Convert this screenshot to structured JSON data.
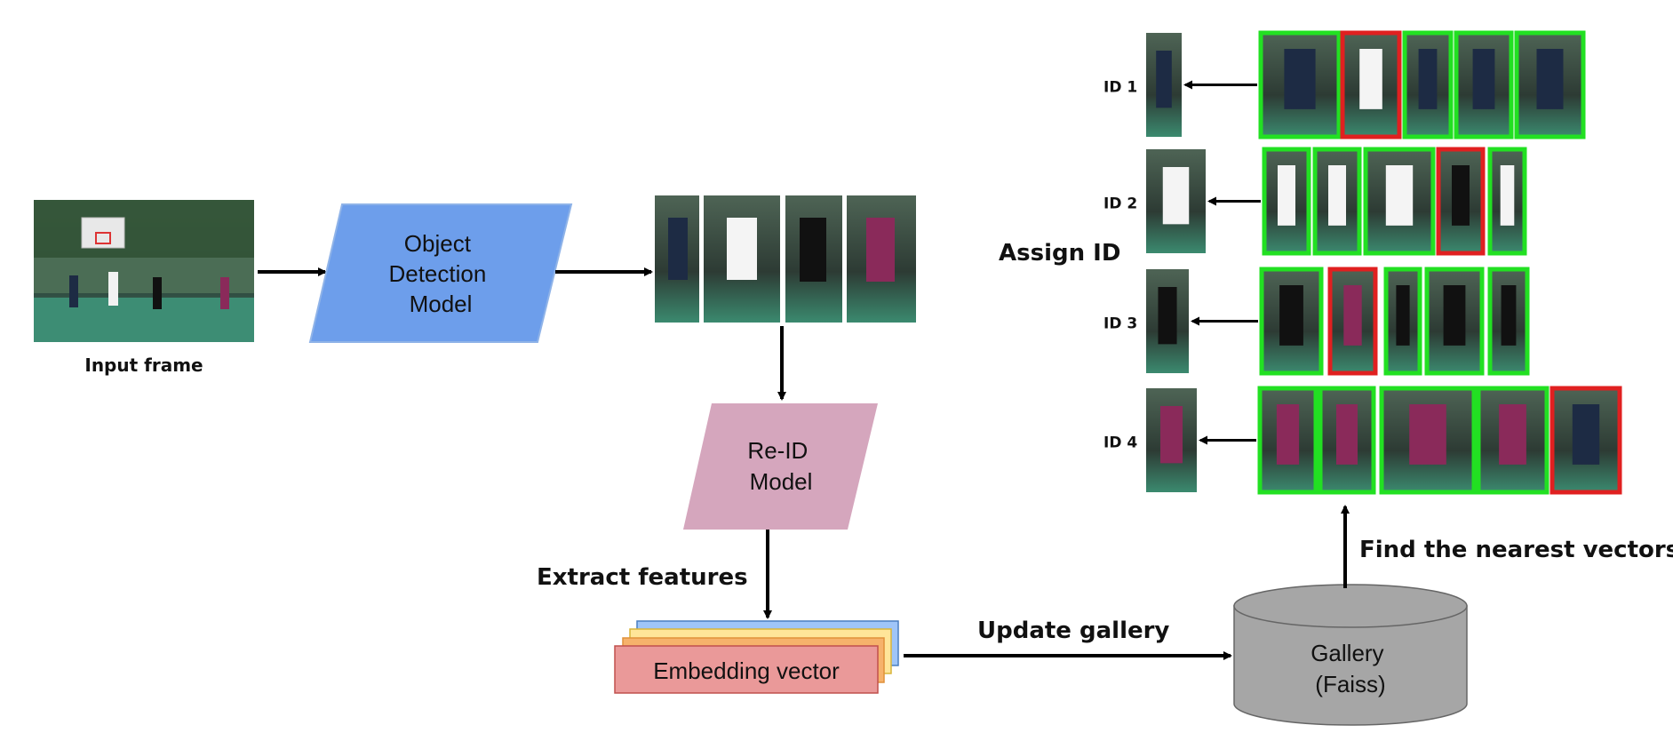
{
  "input": {
    "caption": "Input frame"
  },
  "detection": {
    "line1": "Object",
    "line2": "Detection",
    "line3": "Model",
    "color": "#6d9eeb"
  },
  "reid": {
    "line1": "Re-ID",
    "line2": "Model",
    "color": "#d5a6bd"
  },
  "embedding": {
    "label": "Embedding vector",
    "color_front": "#ea9999",
    "color_mid1": "#f6b26b",
    "color_mid2": "#ffe599",
    "color_back": "#9fc5f8"
  },
  "gallery": {
    "line1": "Gallery",
    "line2": "(Faiss)",
    "color": "#a6a6a6"
  },
  "edges": {
    "extract": "Extract features",
    "update": "Update gallery",
    "find": "Find the nearest vectors",
    "assign": "Assign ID"
  },
  "ids": [
    {
      "label": "ID 1",
      "matches": [
        "green",
        "red",
        "green",
        "green",
        "green"
      ]
    },
    {
      "label": "ID 2",
      "matches": [
        "green",
        "green",
        "green",
        "red",
        "green"
      ]
    },
    {
      "label": "ID 3",
      "matches": [
        "green",
        "red",
        "green",
        "green",
        "green"
      ]
    },
    {
      "label": "ID 4",
      "matches": [
        "green",
        "green",
        "green",
        "green",
        "red"
      ]
    }
  ],
  "colors": {
    "match": "#22e022",
    "mismatch": "#e02020",
    "court": "#2f6b57",
    "fence": "#4a6b52"
  }
}
